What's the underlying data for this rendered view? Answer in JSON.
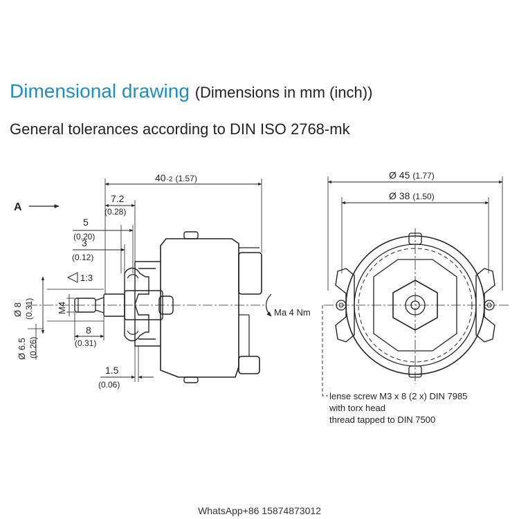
{
  "header": {
    "title": "Dimensional drawing",
    "title_note": "(Dimensions in mm (inch))",
    "subtitle": "General tolerances according to DIN ISO 2768-mk"
  },
  "side_view": {
    "view_label": "A",
    "length_value": "40",
    "length_tol": "-2",
    "length_inch": "(1.57)",
    "dim_7_2": "7.2",
    "dim_7_2_inch": "(0.28)",
    "dim_5": "5",
    "dim_5_inch": "(0.20)",
    "dim_3": "3",
    "dim_3_inch": "(0.12)",
    "taper": "1:3",
    "dia_8": "Ø 8",
    "dia_8_inch": "(0.31)",
    "thread": "M4",
    "dim_8": "8",
    "dim_8_inch": "(0.31)",
    "dia_6_5": "Ø 6.5",
    "dia_6_5_inch": "(0.26)",
    "dim_1_5": "1.5",
    "dim_1_5_inch": "(0.06)",
    "torque": "Ma 4 Nm"
  },
  "front_view": {
    "dia_45": "Ø 45",
    "dia_45_inch": "(1.77)",
    "dia_38": "Ø 38",
    "dia_38_inch": "(1.50)",
    "note_line1": "lense screw M3 x 8 (2 x) DIN 7985",
    "note_line2": "with torx head",
    "note_line3": "thread tapped to DIN 7500"
  },
  "footer": {
    "contact": "WhatsApp+86 15874873012"
  },
  "colors": {
    "accent": "#1b8fc4",
    "line": "#222222"
  }
}
